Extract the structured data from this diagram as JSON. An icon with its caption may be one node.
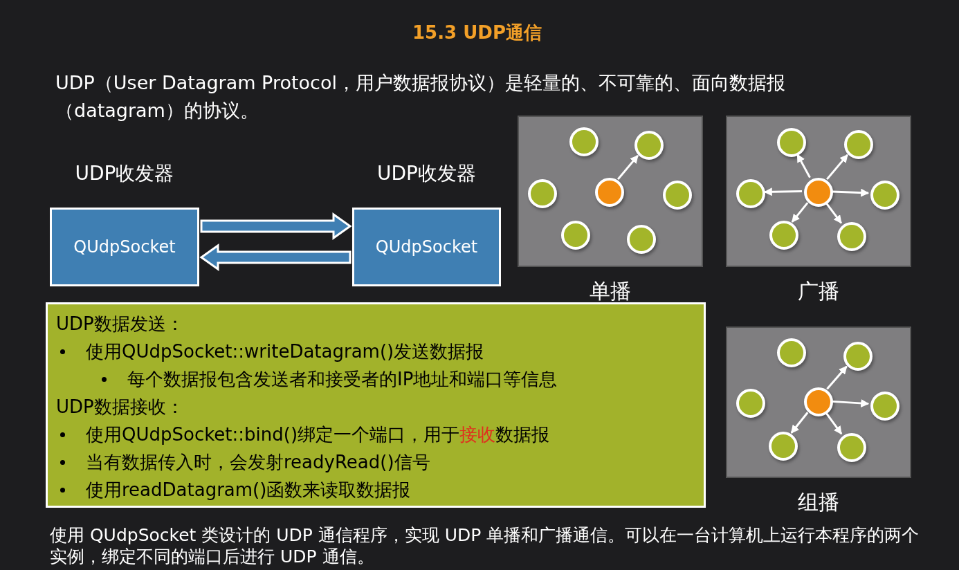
{
  "diagram": {
    "title": "15.3 UDP通信",
    "nodes": [
      {
        "text": [
          "QUdpSocket"
        ],
        "beside": [
          "UDP收发器"
        ]
      },
      {
        "text": [
          "QUdpSocket"
        ],
        "beside": [
          "UDP收发器"
        ]
      },
      {
        "text": [],
        "shape": "box",
        "beside": [
          "单播"
        ]
      },
      {
        "text": [],
        "shape": "circle",
        "in": 2
      },
      {
        "text": [],
        "shape": "circle",
        "in": 2
      },
      {
        "text": [],
        "shape": "circle",
        "in": 2
      },
      {
        "text": [],
        "shape": "circle",
        "in": 2
      },
      {
        "text": [],
        "shape": "circle",
        "in": 2
      },
      {
        "text": [],
        "shape": "circle",
        "in": 2
      },
      {
        "text": [],
        "shape": "circle",
        "in": 2
      },
      {
        "text": [],
        "shape": "box",
        "beside": [
          "广播"
        ]
      },
      {
        "text": [],
        "shape": "circle",
        "in": 10
      },
      {
        "text": [],
        "shape": "circle",
        "in": 10
      },
      {
        "text": [],
        "shape": "circle",
        "in": 10
      },
      {
        "text": [],
        "shape": "circle",
        "in": 10
      },
      {
        "text": [],
        "shape": "circle",
        "in": 10
      },
      {
        "text": [],
        "shape": "circle",
        "in": 10
      },
      {
        "text": [],
        "shape": "circle",
        "in": 10
      },
      {
        "text": [],
        "shape": "box",
        "beside": [
          "组播"
        ]
      },
      {
        "text": [],
        "shape": "circle",
        "in": 18
      },
      {
        "text": [],
        "shape": "circle",
        "in": 18
      },
      {
        "text": [],
        "shape": "circle",
        "in": 18
      },
      {
        "text": [],
        "shape": "circle",
        "in": 18
      },
      {
        "text": [],
        "shape": "circle",
        "in": 18
      },
      {
        "text": [],
        "shape": "circle",
        "in": 18
      },
      {
        "text": [],
        "shape": "circle",
        "in": 18
      },
      {
        "text": [
          "UDP数据发送：",
          "使用QUdpSocket::writeDatagram()发送数据报",
          "每个数据报包含发送者和接受者的IP地址和端口等信息",
          "UDP数据接收：",
          "使用QUdpSocket::bind()绑定一个端口，用于**接收**数据报",
          "当有数据传入时，会发射readyRead()信号",
          "使用readDatagram()函数来读取数据报"
        ]
      }
    ],
    "edges": [
      {
        "from": 0,
        "to": 1,
        "arrow": "to",
        "style": "thick"
      },
      {
        "from": 1,
        "to": 0,
        "arrow": "to",
        "style": "thick"
      },
      {
        "from": 6,
        "to": 4,
        "arrow": "to"
      },
      {
        "from": 14,
        "to": 11,
        "arrow": "to"
      },
      {
        "from": 14,
        "to": 12,
        "arrow": "to"
      },
      {
        "from": 14,
        "to": 13,
        "arrow": "to"
      },
      {
        "from": 14,
        "to": 15,
        "arrow": "to"
      },
      {
        "from": 14,
        "to": 16,
        "arrow": "to"
      },
      {
        "from": 14,
        "to": 17,
        "arrow": "to"
      },
      {
        "from": 22,
        "to": 20,
        "arrow": "to"
      },
      {
        "from": 22,
        "to": 23,
        "arrow": "to"
      },
      {
        "from": 22,
        "to": 24,
        "arrow": "to"
      },
      {
        "from": 22,
        "to": 25,
        "arrow": "to"
      }
    ],
    "labels": [
      "UDP（User Datagram Protocol，用户数据报协议）是轻量的、不可靠的、面向数据报（datagram）的协议。",
      "使用 QUdpSocket 类设计的 UDP 通信程序，实现 UDP 单播和广播通信。可以在一台计算机上运行本程序的两个实例，绑定不同的端口后进行 UDP 通信。"
    ]
  }
}
